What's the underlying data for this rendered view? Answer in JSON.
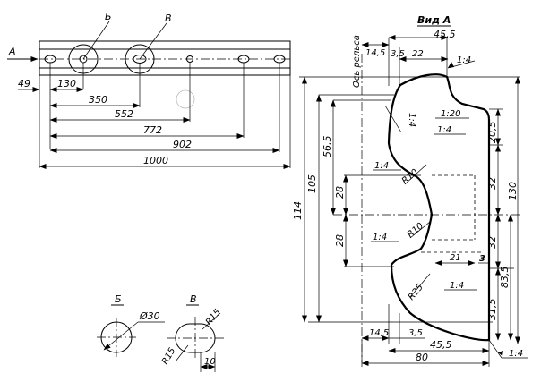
{
  "plan": {
    "arrow_label": "А",
    "callout_b": "Б",
    "callout_v": "В",
    "dims": [
      "49",
      "130",
      "350",
      "552",
      "772",
      "902",
      "1000"
    ]
  },
  "view_a": {
    "title": "Вид А",
    "rail_axis": "Ось рельса",
    "dims": {
      "top_45_5": "45,5",
      "d14_5_top": "14,5",
      "d3_5_top": "3,5",
      "d22": "22",
      "slope_1_4_a": "1:4",
      "slope_1_4_b": "1:4",
      "slope_1_20": "1:20",
      "slope_1_4_c": "1:4",
      "d20_5": "20,5",
      "d56_5": "56,5",
      "d105": "105",
      "d114": "114",
      "slope_1_4_d": "1:4",
      "r10_a": "R10",
      "d28_a": "28",
      "d32_a": "32",
      "d130": "130",
      "d28_b": "28",
      "slope_1_4_e": "1:4",
      "r10_b": "R10",
      "d32_b": "32",
      "d21": "21",
      "d3": "3",
      "d83_5": "83,5",
      "r25": "R25",
      "slope_1_4_f": "1:4",
      "d31_5": "31,5",
      "d14_5_bot": "14,5",
      "d3_5_bot": "3,5",
      "bot_45_5": "45,5",
      "d80": "80",
      "slope_1_4_g": "1:4"
    }
  },
  "detail_b": {
    "label": "Б",
    "dim": "Ø30"
  },
  "detail_v": {
    "label": "В",
    "dim_r_top": "R15",
    "dim_r_bot": "R15",
    "dim_w": "10"
  }
}
